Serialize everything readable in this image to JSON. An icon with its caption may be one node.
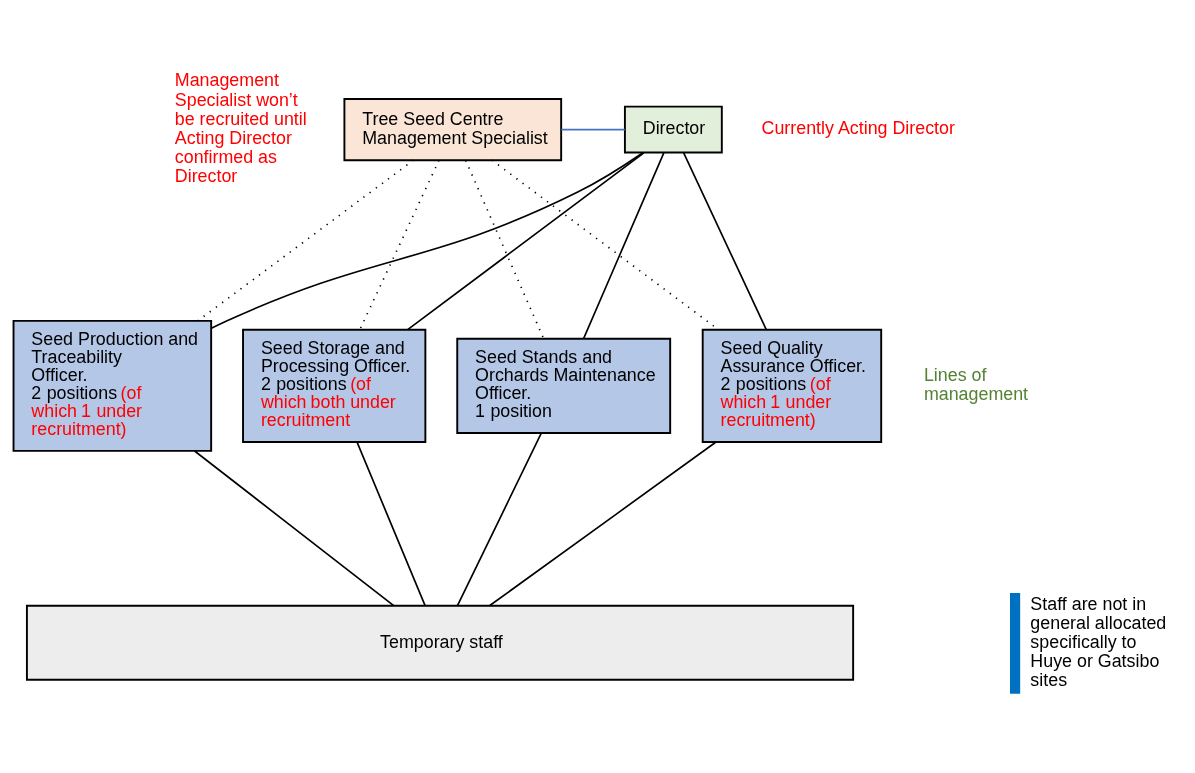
{
  "diagram": {
    "nodes": [
      {
        "text": [
          "Tree Seed Centre Management Specialist"
        ]
      },
      {
        "text": [
          "Director"
        ],
        "beside": [
          "Currently Acting Director"
        ]
      },
      {
        "text": [
          "Seed Stands and Orchards Maintenance Officer.",
          "1 position"
        ]
      },
      {
        "text": [
          "Seed Quality Assurance Officer.",
          "2 positions",
          "(of which 1 under recruitment)"
        ]
      },
      {
        "text": [
          "Seed Production and Traceability Officer.",
          "2 positions",
          "(of which 1 under recruitment)"
        ]
      },
      {
        "text": [
          "Seed Storage and Processing Officer.",
          "2 positions",
          "(of which both under recruitment"
        ]
      },
      {
        "text": [
          "Temporary staff"
        ]
      }
    ],
    "edges": [
      {
        "from": 0,
        "to": 1,
        "arrow": "none",
        "color": "#4472c4"
      },
      {
        "from": 0,
        "to": 2,
        "arrow": "none",
        "style": "dashed"
      },
      {
        "from": 0,
        "to": 3,
        "arrow": "none",
        "style": "dashed"
      },
      {
        "from": 0,
        "to": 4,
        "arrow": "none",
        "style": "dashed"
      },
      {
        "from": 0,
        "to": 5,
        "arrow": "none",
        "style": "dashed"
      },
      {
        "from": 1,
        "to": 2,
        "arrow": "none"
      },
      {
        "from": 1,
        "to": 3,
        "arrow": "none"
      },
      {
        "from": 1,
        "to": 4,
        "arrow": "none"
      },
      {
        "from": 1,
        "to": 5,
        "arrow": "none"
      },
      {
        "from": 2,
        "to": 6,
        "arrow": "none"
      },
      {
        "from": 3,
        "to": 6,
        "arrow": "none"
      },
      {
        "from": 4,
        "to": 6,
        "arrow": "none"
      },
      {
        "from": 5,
        "to": 6,
        "arrow": "none"
      }
    ],
    "labels": [
      "Management Specialist won’t be recruited until Acting Director confirmed as Director",
      "Lines of management",
      "Staff are not in general allocated specifically to Huye or Gatsibo sites"
    ]
  }
}
